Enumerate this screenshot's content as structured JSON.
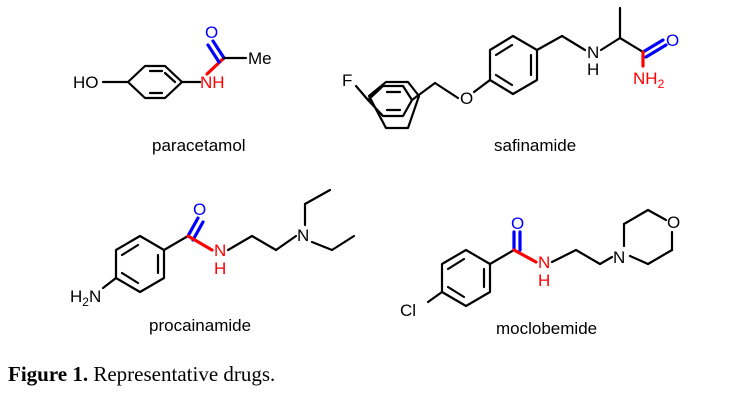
{
  "molecules": [
    {
      "name": "paracetamol",
      "atoms": {
        "o": "O",
        "me": "Me",
        "nh": "NH",
        "ho": "HO"
      }
    },
    {
      "name": "safinamide",
      "atoms": {
        "f": "F",
        "o_ether": "O",
        "n_h": "N",
        "h": "H",
        "o": "O",
        "nh2": "NH",
        "nh2_sub": "2"
      }
    },
    {
      "name": "procainamide",
      "atoms": {
        "o": "O",
        "n_amide": "N",
        "h": "H",
        "n_amine": "N",
        "h2n": "H",
        "h2n_sub": "2",
        "h2n_n": "N"
      }
    },
    {
      "name": "moclobemide",
      "atoms": {
        "o": "O",
        "n_amide": "N",
        "h": "H",
        "n_morph": "N",
        "o_morph": "O",
        "cl": "Cl"
      }
    }
  ],
  "caption": {
    "label": "Figure 1.",
    "text": "Representative drugs."
  },
  "colors": {
    "amide_o": "#0000ff",
    "amide_n": "#ff0000",
    "bond": "#000000"
  }
}
